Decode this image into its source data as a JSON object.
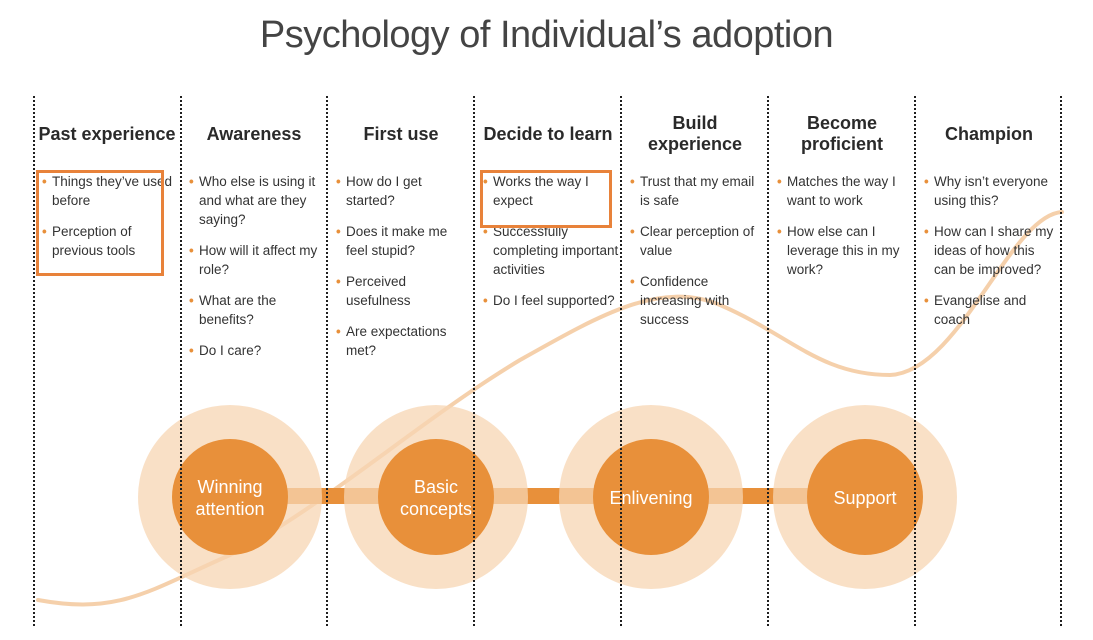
{
  "title": "Psychology of Individual’s adoption",
  "stages": [
    {
      "heading": "Past experience",
      "items": [
        "Things they’ve used before",
        "Perception of previous tools"
      ]
    },
    {
      "heading": "Awareness",
      "items": [
        "Who else is using it and what are they saying?",
        "How will it affect my role?",
        "What are the benefits?",
        "Do I care?"
      ]
    },
    {
      "heading": "First use",
      "items": [
        "How do I get started?",
        "Does it make me feel stupid?",
        "Perceived usefulness",
        "Are expectations met?"
      ]
    },
    {
      "heading": "Decide to learn",
      "items": [
        "Works the way I expect",
        "Successfully completing important activities",
        "Do I feel supported?"
      ]
    },
    {
      "heading": "Build experience",
      "items": [
        "Trust that my email is safe",
        "Clear perception of value",
        "Confidence increasing with success"
      ]
    },
    {
      "heading": "Become proficient",
      "items": [
        "Matches the way I want to work",
        "How else can I leverage this in my work?"
      ]
    },
    {
      "heading": "Champion",
      "items": [
        "Why isn’t everyone using this?",
        "How can I share my ideas of how this can be improved?",
        "Evangelise and coach"
      ]
    }
  ],
  "phases": [
    {
      "line1": "Winning",
      "line2": "attention"
    },
    {
      "line1": "Basic",
      "line2": "concepts"
    },
    {
      "line1": "Enlivening",
      "line2": ""
    },
    {
      "line1": "Support",
      "line2": ""
    }
  ],
  "colors": {
    "accent": "#e8903a",
    "halo": "#f7d5b3",
    "box": "#e8823a",
    "divider": "#1f1f1f"
  }
}
